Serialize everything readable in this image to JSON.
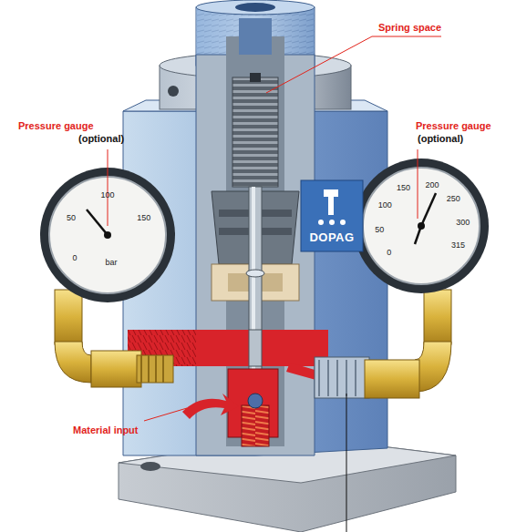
{
  "diagram": {
    "labels": [
      "Spring space",
      "Pressure gauge",
      "(optional)",
      "Pressure gauge",
      "(optional)",
      "Material input",
      "DOPAG",
      "0",
      "50",
      "100",
      "150",
      "bar",
      "0",
      "50",
      "100",
      "150",
      "200",
      "250",
      "300",
      "315"
    ]
  }
}
